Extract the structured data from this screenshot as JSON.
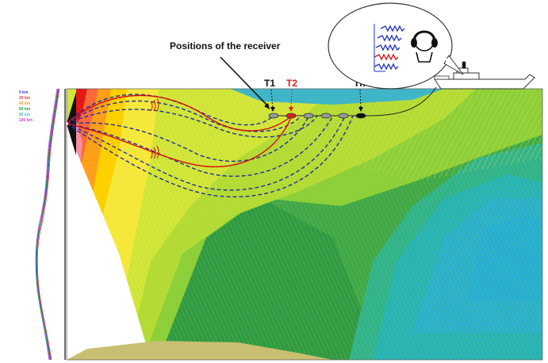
{
  "callout": {
    "label": "Positions of the receiver"
  },
  "receivers": [
    {
      "label": "T1",
      "color": "#111111"
    },
    {
      "label": "T2",
      "color": "#e0201e"
    },
    {
      "label": "Tn",
      "color": "#111111"
    }
  ],
  "legend": [
    {
      "label": "0 km",
      "color": "#3a3adf"
    },
    {
      "label": "20 km",
      "color": "#e04040"
    },
    {
      "label": "40 km",
      "color": "#e8a020"
    },
    {
      "label": "60 km",
      "color": "#20a040"
    },
    {
      "label": "80 km",
      "color": "#40c0c0"
    },
    {
      "label": "100 km",
      "color": "#d040d0"
    }
  ],
  "colors": {
    "ray_dashed": "#1f2f9f",
    "ray_solid": "#d01010",
    "sea_surface": "#3fb6c8",
    "seabed": "#c8c070",
    "ship": "#ffffff"
  },
  "icons": [
    "ship-icon",
    "listener-headphones-icon",
    "thought-bubble-icon"
  ]
}
